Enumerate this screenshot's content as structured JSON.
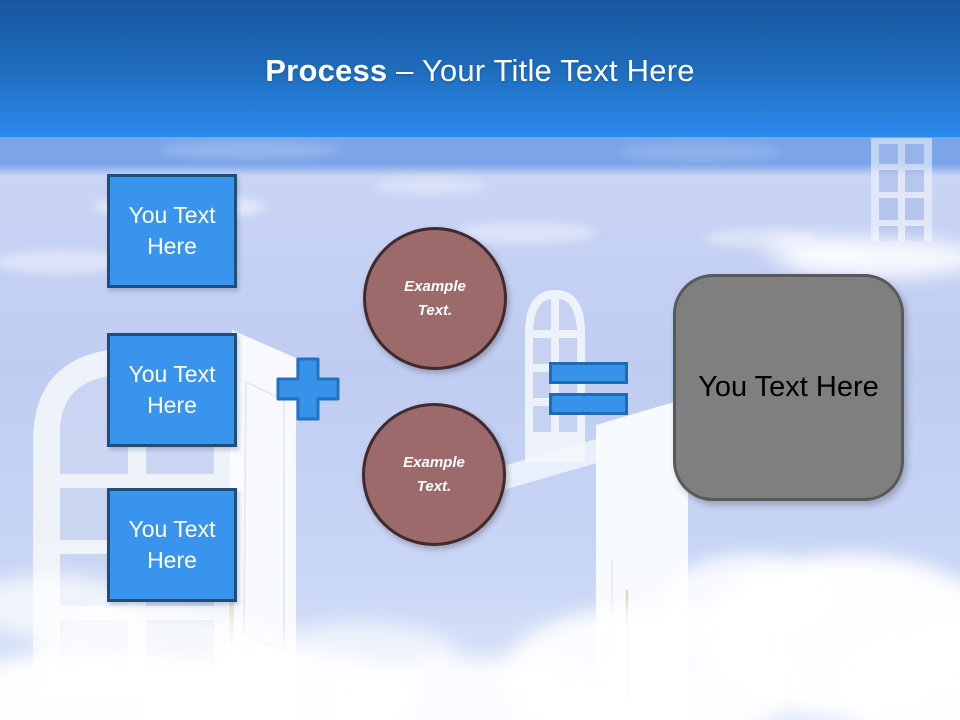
{
  "header": {
    "title_bold": "Process",
    "title_rest": "– Your Title Text Here"
  },
  "addends": [
    {
      "label": "You Text Here"
    },
    {
      "label": "You Text Here"
    },
    {
      "label": "You Text Here"
    }
  ],
  "circles": [
    {
      "label": "Example Text."
    },
    {
      "label": "Example Text."
    }
  ],
  "result": {
    "label": "You Text Here"
  },
  "icons": {
    "plus": "plus-sign",
    "equals": "equals-sign"
  },
  "background": {
    "description": "open white doors in a blue cloudy sky"
  },
  "colors": {
    "header_gradient_top": "#19569e",
    "header_gradient_bottom": "#2b8bee",
    "title_color": "#ffffff",
    "addend_fill": "#3894ec",
    "addend_border": "#1f4e79",
    "operator_fill": "#3793ea",
    "operator_border": "#1e6cb8",
    "circle_fill": "#9c6a6a",
    "circle_border": "#3f2a2d",
    "result_fill": "#7f7f7f",
    "result_border": "#595959",
    "result_text_color": "#000000",
    "sky_band": "#7ba4e9",
    "sky_light": "#c8d3f3"
  }
}
